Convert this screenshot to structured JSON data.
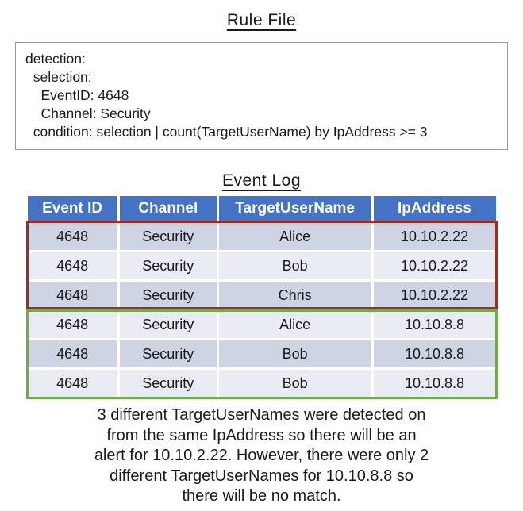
{
  "colors": {
    "header-blue": "#4472C4",
    "row-dark": "#CFD4E5",
    "row-light": "#E9EBF2",
    "alert-red": "#9E2B25",
    "match-green": "#70AD47",
    "box-border": "#999999"
  },
  "rule_file": {
    "title": "Rule File",
    "lines": [
      "detection:",
      "  selection:",
      "    EventID: 4648",
      "    Channel: Security",
      "  condition: selection | count(TargetUserName) by IpAddress >= 3"
    ]
  },
  "event_log": {
    "title": "Event Log",
    "headers": [
      "Event ID",
      "Channel",
      "TargetUserName",
      "IpAddress"
    ],
    "rows": [
      [
        "4648",
        "Security",
        "Alice",
        "10.10.2.22"
      ],
      [
        "4648",
        "Security",
        "Bob",
        "10.10.2.22"
      ],
      [
        "4648",
        "Security",
        "Chris",
        "10.10.2.22"
      ],
      [
        "4648",
        "Security",
        "Alice",
        "10.10.8.8"
      ],
      [
        "4648",
        "Security",
        "Bob",
        "10.10.8.8"
      ],
      [
        "4648",
        "Security",
        "Bob",
        "10.10.8.8"
      ]
    ],
    "alert_group_ip": "10.10.2.22",
    "no_match_group_ip": "10.10.8.8"
  },
  "footnote": {
    "lines": [
      "3 different TargetUserNames were detected on",
      "from the same IpAddress so there will be an",
      "alert for 10.10.2.22. However, there were only 2",
      "different TargetUserNames for 10.10.8.8 so",
      "there will be no match."
    ]
  }
}
